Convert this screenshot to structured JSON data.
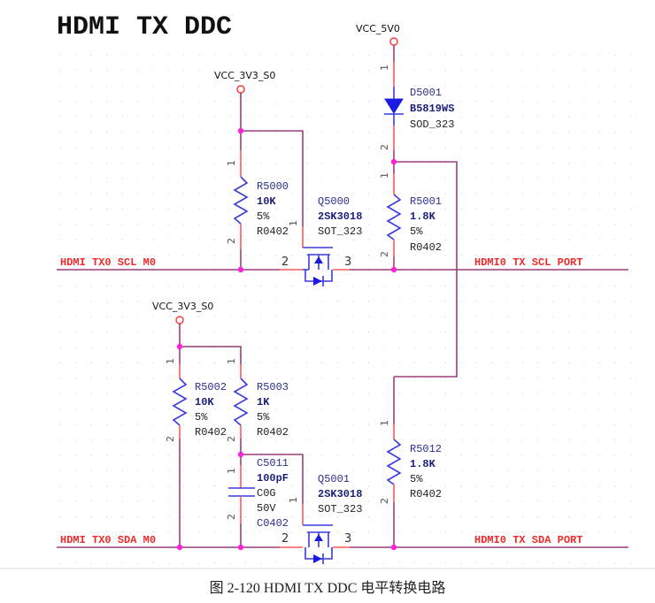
{
  "title": "HDMI TX DDC",
  "power_nets": {
    "vcc_5v0": "VCC_5V0",
    "vcc_3v3_top": "VCC_3V3_S0",
    "vcc_3v3_bottom": "VCC_3V3_S0"
  },
  "components": {
    "d5001": {
      "ref": "D5001",
      "value": "B5819WS",
      "package": "SOD_323"
    },
    "r5000": {
      "ref": "R5000",
      "value": "10K",
      "tolerance": "5%",
      "package": "R0402"
    },
    "r5001": {
      "ref": "R5001",
      "value": "1.8K",
      "tolerance": "5%",
      "package": "R0402"
    },
    "q5000": {
      "ref": "Q5000",
      "value": "2SK3018",
      "package": "SOT_323"
    },
    "r5002": {
      "ref": "R5002",
      "value": "10K",
      "tolerance": "5%",
      "package": "R0402"
    },
    "r5003": {
      "ref": "R5003",
      "value": "1K",
      "tolerance": "5%",
      "package": "R0402"
    },
    "c5011": {
      "ref": "C5011",
      "value": "100pF",
      "dielectric": "C0G",
      "voltage": "50V",
      "package": "C0402"
    },
    "q5001": {
      "ref": "Q5001",
      "value": "2SK3018",
      "package": "SOT_323"
    },
    "r5012": {
      "ref": "R5012",
      "value": "1.8K",
      "tolerance": "5%",
      "package": "R0402"
    }
  },
  "nets": {
    "scl_in": "HDMI TX0 SCL M0",
    "scl_out": "HDMI0 TX SCL PORT",
    "sda_in": "HDMI TX0 SDA M0",
    "sda_out": "HDMI0 TX SDA PORT"
  },
  "pins": {
    "one": "1",
    "two": "2",
    "three": "3"
  },
  "caption": "图  2-120 HDMI TX DDC 电平转换电路"
}
